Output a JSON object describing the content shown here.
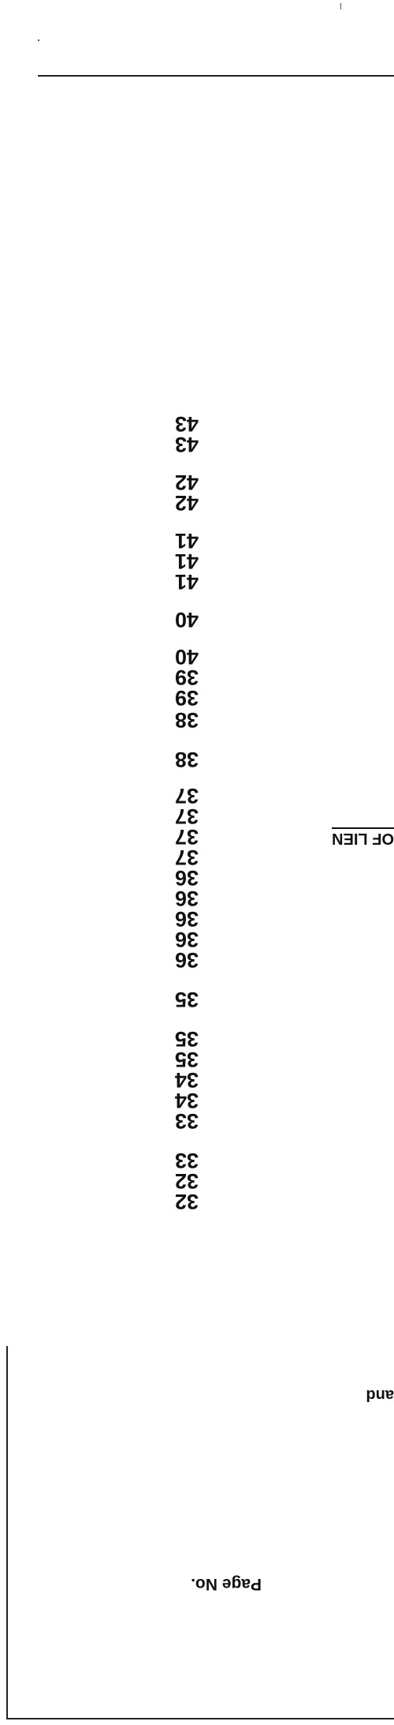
{
  "document": {
    "header_label": "Page No.",
    "heading_fragment": "OF LIEN",
    "text_fragment": "and",
    "page_numbers": [
      {
        "value": "43",
        "top": 0
      },
      {
        "value": "43",
        "top": 0
      },
      {
        "value": "42",
        "top": 0
      },
      {
        "value": "42",
        "top": 0
      },
      {
        "value": "41",
        "top": 0
      },
      {
        "value": "41",
        "top": 0
      },
      {
        "value": "41",
        "top": 0
      },
      {
        "value": "40",
        "top": 0
      },
      {
        "value": "40",
        "top": 0
      },
      {
        "value": "39",
        "top": 0
      },
      {
        "value": "39",
        "top": 0
      },
      {
        "value": "38",
        "top": 0
      },
      {
        "value": "38",
        "top": 0
      },
      {
        "value": "37",
        "top": 0
      },
      {
        "value": "37",
        "top": 0
      },
      {
        "value": "37",
        "top": 0
      },
      {
        "value": "37",
        "top": 0
      },
      {
        "value": "36",
        "top": 0
      },
      {
        "value": "36",
        "top": 0
      },
      {
        "value": "36",
        "top": 0
      },
      {
        "value": "36",
        "top": 0
      },
      {
        "value": "36",
        "top": 0
      },
      {
        "value": "35",
        "top": 0
      },
      {
        "value": "35",
        "top": 0
      },
      {
        "value": "35",
        "top": 0
      },
      {
        "value": "34",
        "top": 0
      },
      {
        "value": "34",
        "top": 0
      },
      {
        "value": "33",
        "top": 0
      },
      {
        "value": "33",
        "top": 0
      },
      {
        "value": "32",
        "top": 0
      },
      {
        "value": "32",
        "top": 0
      }
    ]
  }
}
